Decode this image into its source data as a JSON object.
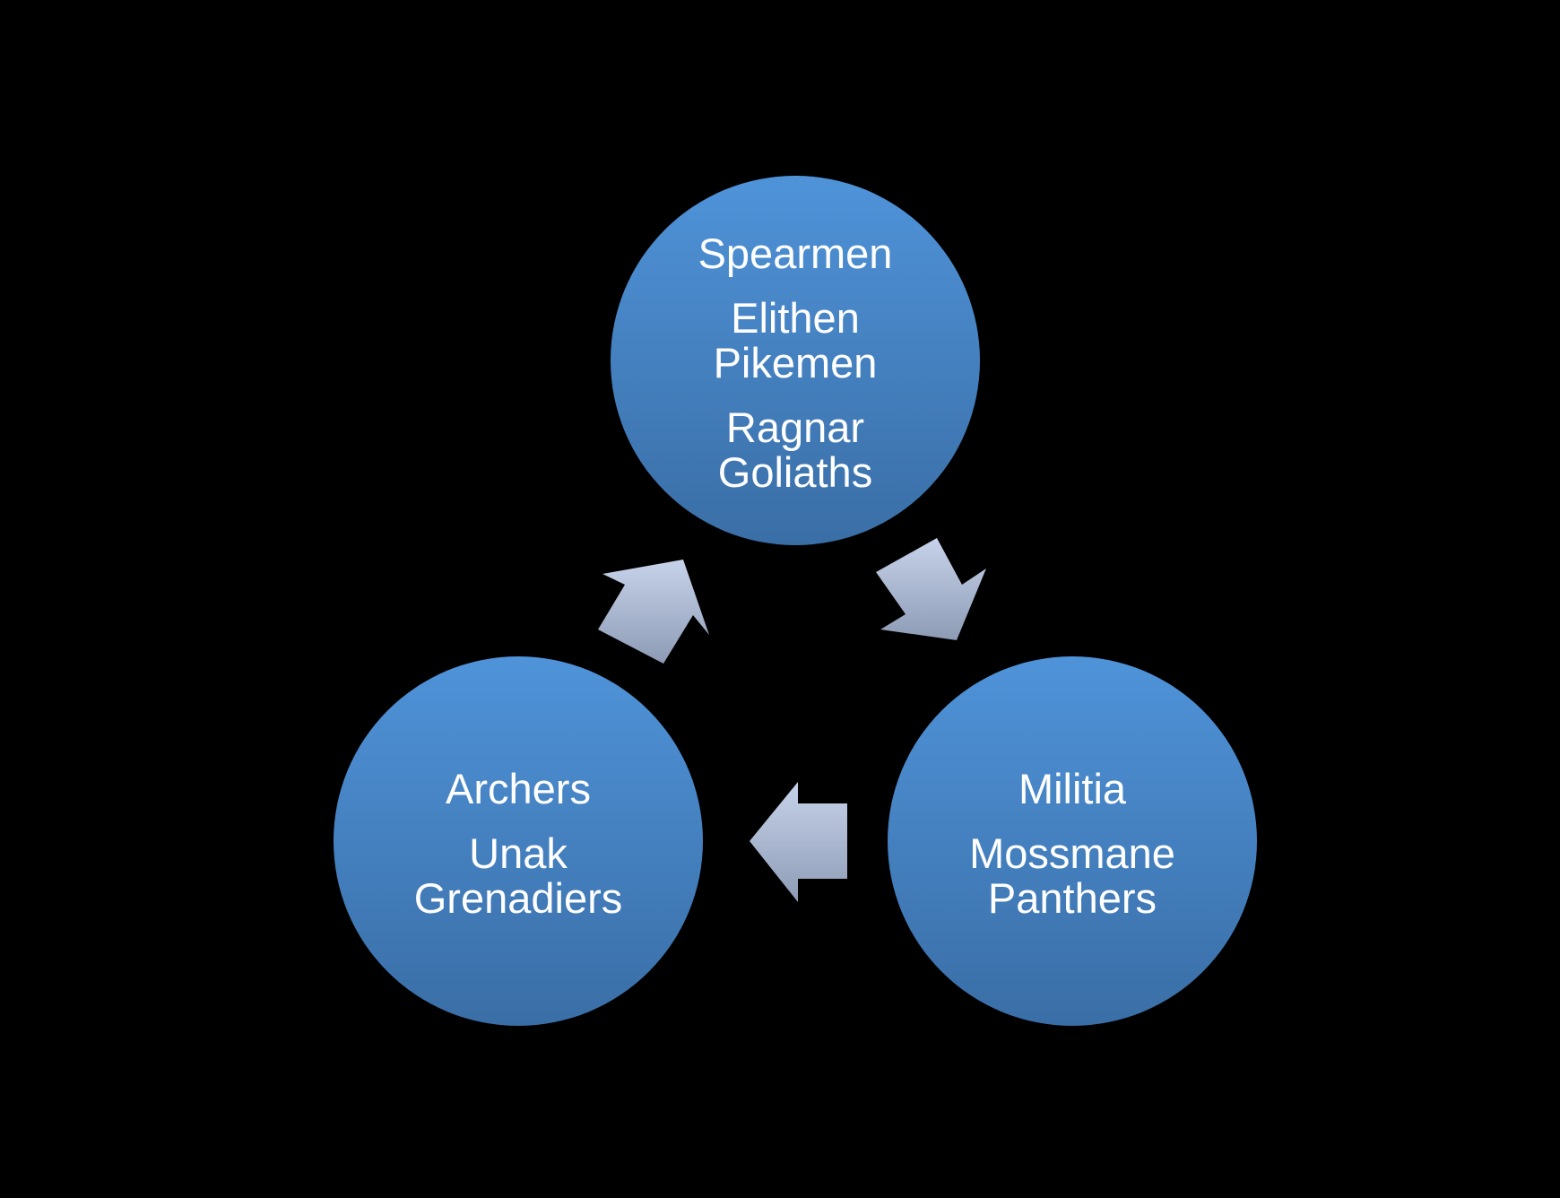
{
  "diagram": {
    "nodes": [
      {
        "id": "spearmen",
        "title": "Spearmen",
        "units": [
          "Elithen\nPikemen",
          "Ragnar\nGoliaths"
        ]
      },
      {
        "id": "militia",
        "title": "Militia",
        "units": [
          "Mossmane\nPanthers"
        ]
      },
      {
        "id": "archers",
        "title": "Archers",
        "units": [
          "Unak\nGrenadiers"
        ]
      }
    ],
    "arrows": [
      {
        "from": "spearmen",
        "to": "militia"
      },
      {
        "from": "militia",
        "to": "archers"
      },
      {
        "from": "archers",
        "to": "spearmen"
      }
    ],
    "colors": {
      "background": "#000000",
      "circle_top": "#4f93d9",
      "circle_bottom": "#3a6ea6",
      "arrow_top": "#c7d3ea",
      "arrow_bottom": "#8d9bb5",
      "text": "#ffffff"
    }
  }
}
